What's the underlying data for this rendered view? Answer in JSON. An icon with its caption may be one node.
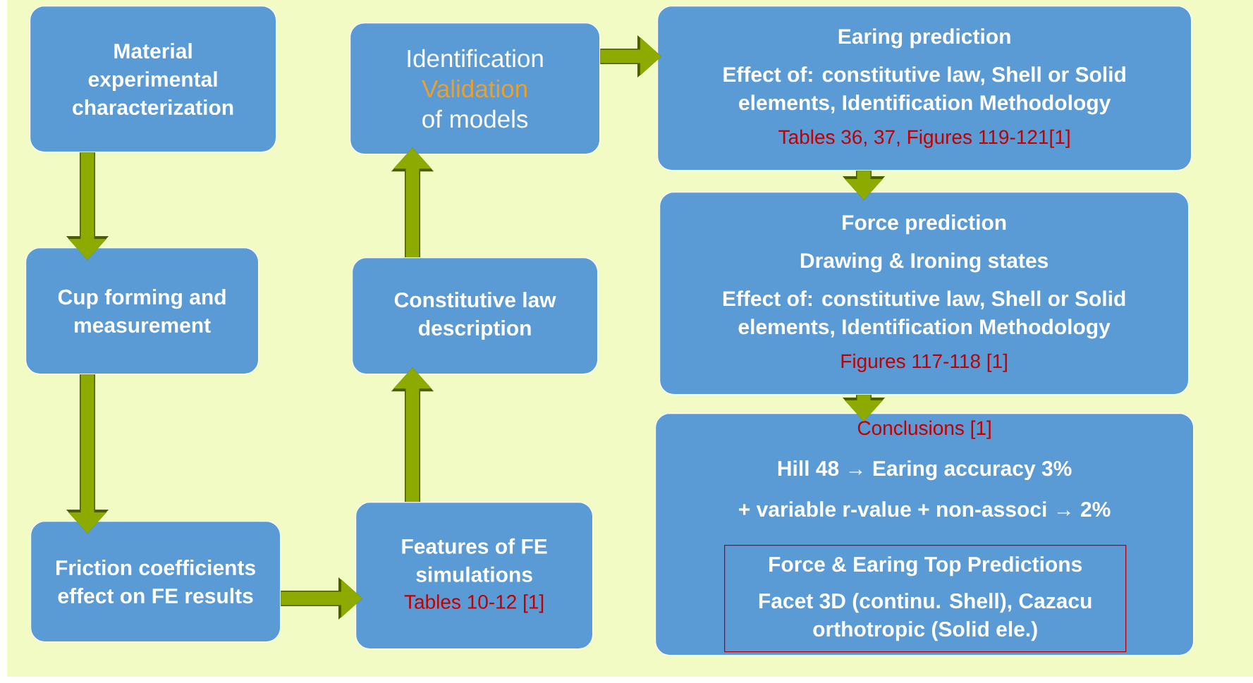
{
  "diagram": {
    "nodes": [
      {
        "text": [
          "Material experimental characterization"
        ]
      },
      {
        "text": [
          "Cup forming and measurement"
        ]
      },
      {
        "text": [
          "Friction coefficients effect on FE results"
        ]
      },
      {
        "text": [
          "Features of FE simulations",
          "Tables 10-12 [1]"
        ]
      },
      {
        "text": [
          "Constitutive law description"
        ]
      },
      {
        "text": [
          "Identification",
          "Validation",
          "of models"
        ]
      },
      {
        "text": [
          "Earing prediction",
          "Effect of: constitutive law, Shell or Solid elements, Identification Methodology",
          "Tables 36, 37, Figures 119-121[1]"
        ]
      },
      {
        "text": [
          "Force prediction",
          "Drawing & Ironing states",
          "Effect of: constitutive law, Shell or Solid elements, Identification Methodology",
          "Figures 117-118 [1]"
        ]
      },
      {
        "text": [
          "Conclusions [1]",
          "Hill 48 → Earing accuracy 3%",
          "+ variable r-value + non-associ → 2%"
        ]
      },
      {
        "text": [
          "Force & Earing Top Predictions",
          "Facet 3D (continu. Shell), Cazacu orthotropic (Solid ele.)"
        ],
        "in": 8
      }
    ],
    "edges": [
      {
        "from": 0,
        "to": 1,
        "arrow": "to"
      },
      {
        "from": 1,
        "to": 2,
        "arrow": "to"
      },
      {
        "from": 2,
        "to": 3,
        "arrow": "to"
      },
      {
        "from": 3,
        "to": 4,
        "arrow": "to"
      },
      {
        "from": 4,
        "to": 5,
        "arrow": "to"
      },
      {
        "from": 5,
        "to": 6,
        "arrow": "to"
      },
      {
        "from": 6,
        "to": 7,
        "arrow": "to"
      },
      {
        "from": 7,
        "to": 8,
        "arrow": "to"
      }
    ]
  }
}
